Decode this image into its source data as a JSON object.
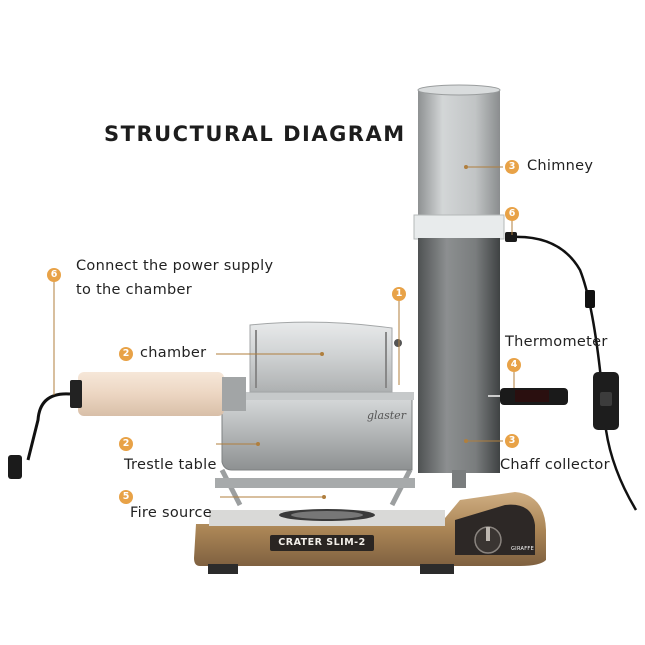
{
  "title": "STRUCTURAL DIAGRAM",
  "labels": {
    "power": {
      "number": "6",
      "line1": "Connect the power supply",
      "line2": "to the chamber"
    },
    "chamber": {
      "number": "2",
      "text": "chamber"
    },
    "trestle": {
      "number": "2",
      "text": "Trestle table"
    },
    "fire": {
      "number": "5",
      "text": "Fire source"
    },
    "chimney": {
      "number": "3",
      "text": "Chimney"
    },
    "power_right": {
      "number": "6"
    },
    "top_marker": {
      "number": "1"
    },
    "thermometer": {
      "number": "4",
      "text": "Thermometer"
    },
    "chaff": {
      "number": "3",
      "text": "Chaff collector"
    }
  },
  "product": {
    "stove_label": "CRATER SLIM-2",
    "roaster_brand": "glaster",
    "stove_brand": "GIRAFFE"
  },
  "colors": {
    "badge": "#e8a247",
    "stove_gold": "#b08a5a",
    "steel": "#b9bcbd",
    "dark_steel": "#6f7273",
    "cork": "#f0dccb"
  }
}
